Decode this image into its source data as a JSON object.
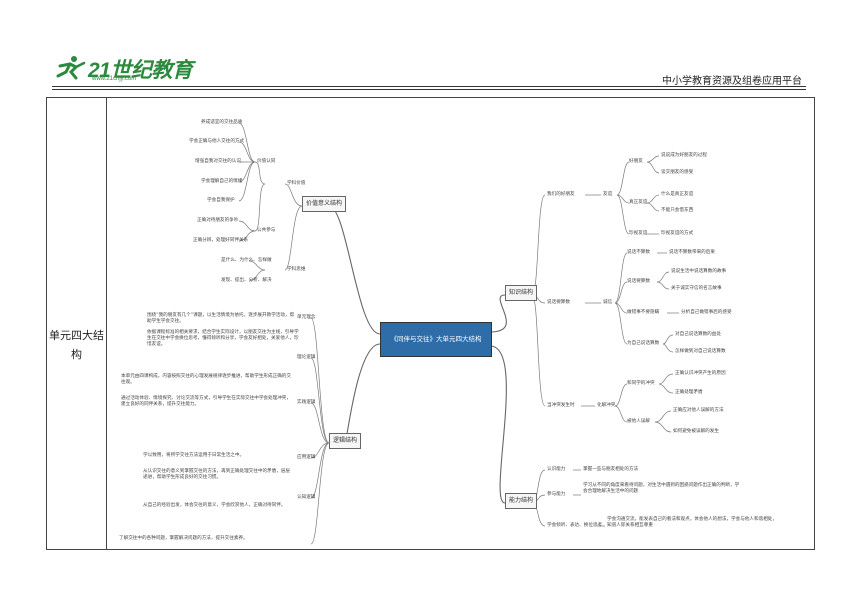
{
  "header": {
    "logo_text": "21世纪教育",
    "logo_url": "www.21cnjy.com",
    "platform": "中小学教育资源及组卷应用平台"
  },
  "row_label": "单元四大结构",
  "center": "《同伴与交往》大单元四大结构",
  "left": {
    "value": {
      "title": "价值意义结构",
      "sub1": "学科价值",
      "sub1a": "价值认同",
      "sub1a_items": [
        "养成适宜的交往品质",
        "学会正确与他人交往的方式",
        "增强自我对交往的认识",
        "学会理解自己的情绪",
        "学会自我保护"
      ],
      "sub1b": "公共参与",
      "sub1b_items": [
        "正确对待朋友的争吵",
        "正确分辨，处理好同伴关系"
      ],
      "sub2": "学科思维",
      "sub2_items": [
        "是什么、为什么、怎样做",
        "发现、提出、分析、解决"
      ]
    },
    "logic": {
      "title": "逻辑结构",
      "sub1": "单元理念",
      "sub1_text": "围绕“我的朋友有几个”课题，以生活情境为依托，逐步展开教学活动，帮助学生学会交往。",
      "sub2": "理论逻辑",
      "sub2_text1": "依据课程标准的相关要求，结合学生实际设计，以朋友交往为主线，引导学生在交往中学会换位思考，懂得倾听和分享，学会友好相处，关爱他人，珍惜友谊。",
      "sub2_text2": "本单元由四课构成，内容按照交往的心理发展规律逐步推进，帮助学生形成正确的交往观。",
      "sub3": "实践逻辑",
      "sub3_text": "通过活动体验、情境探究、讨论交流等方式，引导学生在实际交往中学会处理冲突，建立良好的同伴关系，提升交往能力。",
      "sub4": "应用逻辑",
      "sub4_text": "学以致用，将所学交往方法运用于日常生活之中。",
      "sub5": "认知逻辑",
      "sub5_text1": "从认识交往的意义到掌握交往的方法，再到正确处理交往中的矛盾，层层递进，帮助学生形成良好的交往习惯。",
      "sub5_text2": "从自己的经验出发，体会交往的意义，学会欣赏他人，正确对待同伴。",
      "bottom_text": "了解交往中的各种问题，掌握解决问题的方法，提升交往素养。"
    }
  },
  "right": {
    "knowledge": {
      "title": "知识结构",
      "g1": "我们的好朋友",
      "g1_sub": "友谊",
      "g1_a": "好朋友",
      "g1_a_items": [
        "说说成为好朋友的过程",
        "谈交朋友的感受"
      ],
      "g1_b": "真正友谊",
      "g1_b_items": [
        "什么是真正友谊",
        "不能只会借东西"
      ],
      "g1_c": "珍视友谊",
      "g1_c_items": [
        "珍视友谊的方式"
      ],
      "g2": "说话要算数",
      "g2_sub": "诚信",
      "g2_a": "说话不算数",
      "g2_a_items": [
        "说话不算数带来的后果"
      ],
      "g2_b": "说话要算数",
      "g2_b_items": [
        "说说生活中说话算数的故事",
        "关于诚实守信的名言故事"
      ],
      "g2_c": "做错事不要隐瞒",
      "g2_c_items": [
        "分析自己做错事后的感受"
      ],
      "g2_d": "为自己说话算数",
      "g2_d_items": [
        "对自己说话算数的益处",
        "怎样做到对自己说话算数"
      ],
      "g3": "当冲突发生时",
      "g3_sub": "化解冲突",
      "g3_a": "和同学的冲突",
      "g3_a_items": [
        "正确认识冲突产生的原因",
        "正确处理矛盾"
      ],
      "g3_b": "被他人误解",
      "g3_b_items": [
        "正确应对他人误解的方法",
        "如何避免被误解的发生"
      ]
    },
    "ability": {
      "title": "能力结构",
      "a1": "认识能力",
      "a1_text": "掌握一些与朋友相处的方法",
      "a2": "参与能力",
      "a2_text": "学习从不同的角度来看待问题，对生活中遇到的困惑问题作出正确的判断，学会合理地解决生活中的问题",
      "a3": "学会倾听、表达、换位思考",
      "a3_text": "学会沟通交流，能发表自己的看法和观点，体会他人的想法，学会与他人和谐相处，知道人际关系相互尊重"
    }
  }
}
